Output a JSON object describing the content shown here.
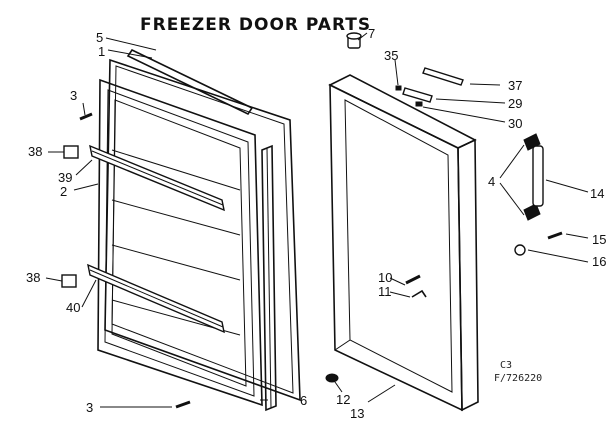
{
  "title": "FREEZER DOOR PARTS",
  "ref_code_line1": "C3",
  "ref_code_line2": "F/726220",
  "callouts": [
    "5",
    "1",
    "7",
    "35",
    "37",
    "29",
    "30",
    "3",
    "38",
    "39",
    "2",
    "4",
    "14",
    "15",
    "16",
    "10",
    "11",
    "38",
    "40",
    "12",
    "13",
    "3",
    "6"
  ]
}
